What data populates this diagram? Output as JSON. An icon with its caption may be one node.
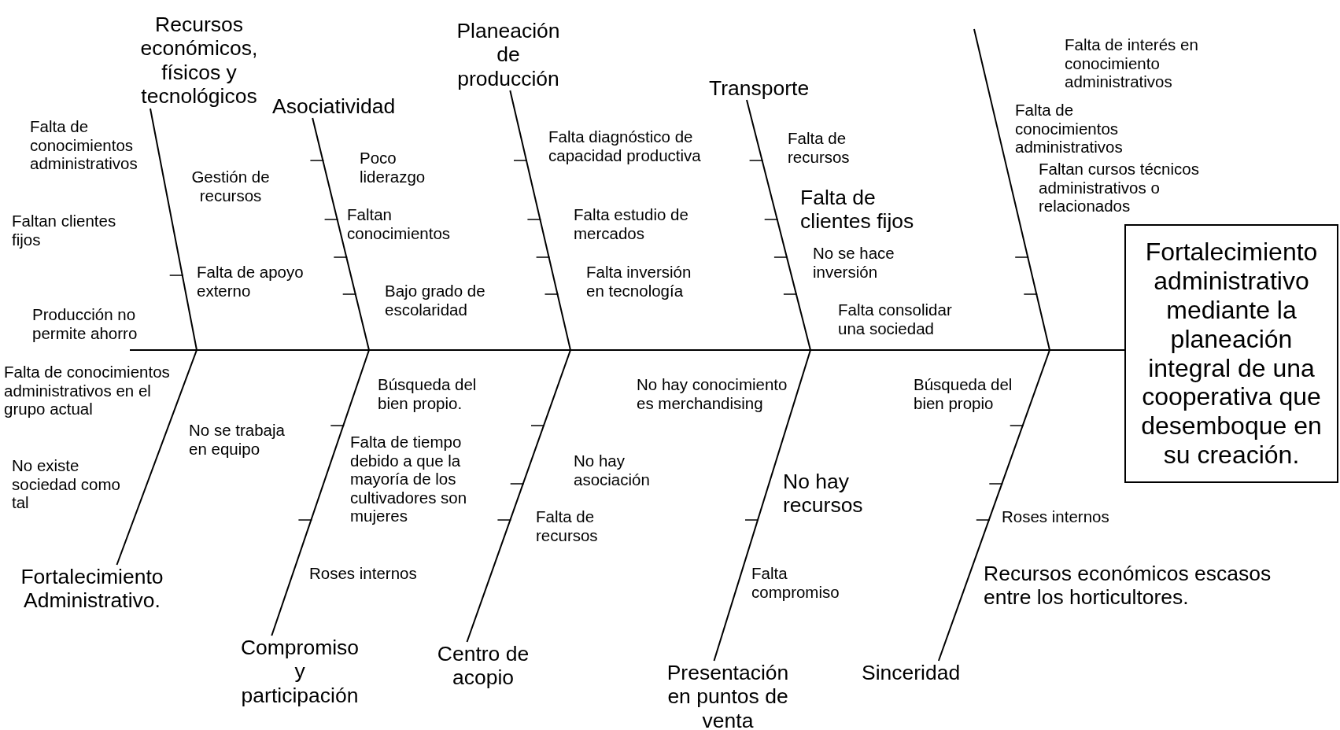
{
  "diagram": {
    "nodes": [
      {
        "text": [
          "Recursos económicos, físicos y tecnológicos"
        ]
      },
      {
        "text": [
          "Asociatividad"
        ]
      },
      {
        "text": [
          "Planeación de producción"
        ]
      },
      {
        "text": [
          "Transporte"
        ]
      },
      {
        "text": [
          "Fortalecimiento administrativo mediante la planeación integral de una cooperativa que desemboque en su creación."
        ]
      },
      {
        "text": [
          "Fortalecimiento Administrativo."
        ]
      },
      {
        "text": [
          "Compromiso y participación"
        ]
      },
      {
        "text": [
          "Centro de acopio"
        ]
      },
      {
        "text": [
          "Presentación en puntos de venta"
        ]
      },
      {
        "text": [
          "Sinceridad"
        ]
      }
    ],
    "edges": [
      {
        "from": 0,
        "to": 4,
        "arrow": "none"
      },
      {
        "from": 1,
        "to": 4,
        "arrow": "none"
      },
      {
        "from": 2,
        "to": 4,
        "arrow": "none"
      },
      {
        "from": 3,
        "to": 4,
        "arrow": "none"
      },
      {
        "from": null,
        "to": 4,
        "arrow": "none"
      },
      {
        "from": 5,
        "to": 4,
        "arrow": "none"
      },
      {
        "from": 6,
        "to": 4,
        "arrow": "none"
      },
      {
        "from": 7,
        "to": 4,
        "arrow": "none"
      },
      {
        "from": 8,
        "to": 4,
        "arrow": "none"
      },
      {
        "from": 9,
        "to": 4,
        "arrow": "none"
      }
    ],
    "labels": [
      "Falta de interés en conocimiento administrativos",
      "Falta de conocimientos administrativos",
      "Falta de conocimientos administrativos",
      "Poco liderazgo",
      "Falta diagnóstico de capacidad productiva",
      "Falta de recursos",
      "Gestión de recursos",
      "Faltan clientes fijos",
      "Faltan conocimientos",
      "Falta estudio de mercados",
      "Falta de clientes fijos",
      "Faltan cursos técnicos administrativos o relacionados",
      "Falta de apoyo externo",
      "No se hace inversión",
      "Falta inversión en tecnología",
      "Bajo grado de escolaridad",
      "Producción no permite ahorro",
      "Falta consolidar una sociedad",
      "Falta de conocimientos administrativos en el grupo actual",
      "Búsqueda del bien propio.",
      "No hay conocimiento es merchandising",
      "Búsqueda del bien propio",
      "No se trabaja en equipo",
      "Falta de tiempo debido a que la mayoría de los cultivadores son mujeres",
      "No existe sociedad como tal",
      "No hay asociación",
      "No hay recursos",
      "Falta de recursos",
      "Roses internos",
      "Roses internos",
      "Falta compromiso",
      "Recursos económicos escasos entre los horticultores."
    ]
  }
}
